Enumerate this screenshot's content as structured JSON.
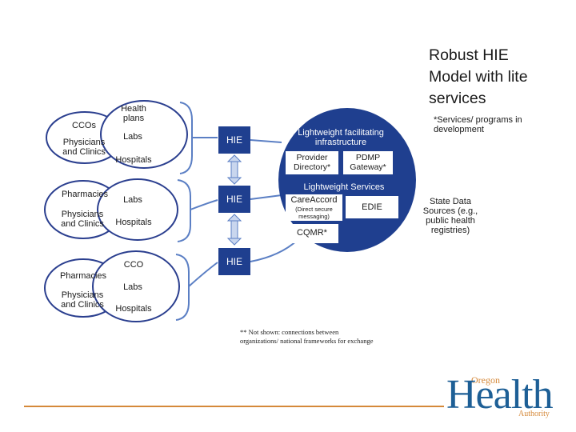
{
  "title": "Robust HIE Model with lite services",
  "services_note": "*Services/ programs in development",
  "left_groups": [
    {
      "ccos_label": "CCOs",
      "physicians_label": "Physicians and Clinics",
      "health_plans_label": "Health plans",
      "labs_label": "Labs",
      "hospitals_label": "Hospitals"
    },
    {
      "pharmacies_label": "Pharmacies",
      "physicians_label": "Physicians and Clinics",
      "labs_label": "Labs",
      "hospitals_label": "Hospitals"
    },
    {
      "pharmacies_label": "Pharmacies",
      "physicians_label": "Physicians and Clinics",
      "cco_label": "CCO",
      "labs_label": "Labs",
      "hospitals_label": "Hospitals"
    }
  ],
  "hie_boxes": [
    "HIE",
    "HIE",
    "HIE"
  ],
  "infrastructure": {
    "title": "Lightweight facilitating infrastructure",
    "provider_directory": "Provider Directory*",
    "pdmp_gateway": "PDMP Gateway*"
  },
  "services": {
    "title": "Lightweight Services",
    "careaccord": "CareAccord",
    "careaccord_sub": "(Direct secure messaging)",
    "edie": "EDIE",
    "cqmr": "CQMR*"
  },
  "state_sources": "State Data Sources (e.g., public health registries)",
  "footnote": "** Not shown: connections between organizations/ national frameworks for exchange",
  "logo": {
    "small": "Oregon",
    "big": "Health",
    "sub": "Authority"
  },
  "colors": {
    "ellipse_outline": "#2b3f8f",
    "hub_fill": "#1f3f8f",
    "connector": "#5b7fc4",
    "arrow_fill": "#c9d6ee",
    "footer_line": "#d5893a",
    "logo_blue": "#1d5f96"
  }
}
